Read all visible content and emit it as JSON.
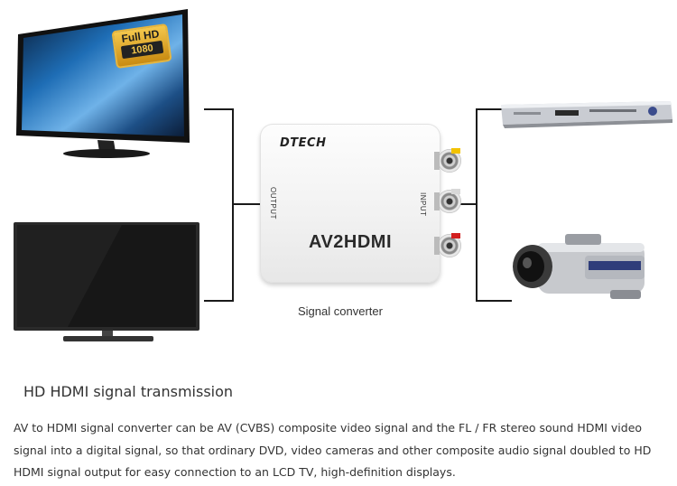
{
  "badge": {
    "line1": "Full HD",
    "line2": "1080"
  },
  "converter": {
    "brand": "DTECH",
    "output_label": "OUTPUT",
    "input_label": "INPUT",
    "model": "AV2HDMI"
  },
  "caption": "Signal converter",
  "heading": "HD HDMI signal transmission",
  "description": "AV to HDMI signal converter can be AV (CVBS) composite video signal and the FL / FR stereo sound HDMI video signal into a digital signal, so that ordinary DVD, video cameras and other composite audio signal doubled to HD HDMI signal output for easy connection to an LCD TV, high-definition displays.",
  "rca_colors": [
    "#f2c200",
    "#e6e6e6",
    "#d21f1f"
  ]
}
